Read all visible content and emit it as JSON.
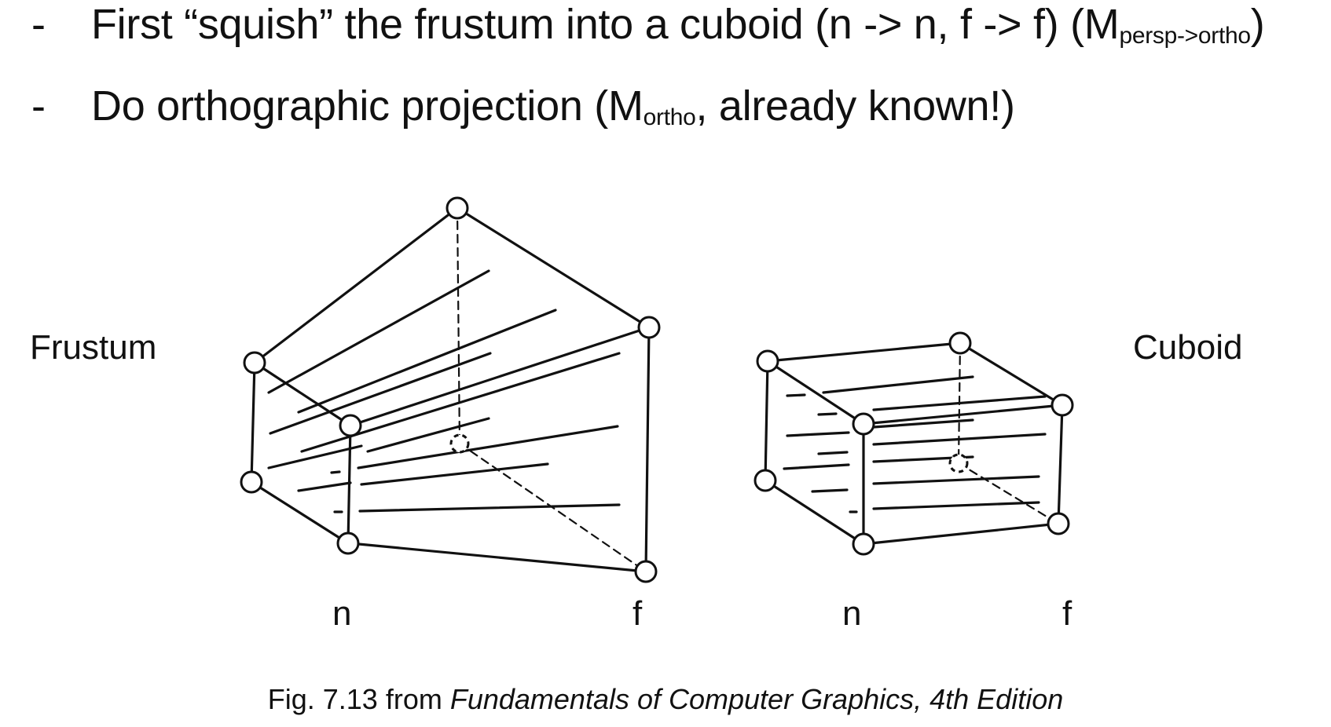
{
  "bullets": {
    "b1": {
      "dash": "-",
      "text_before": "First “squish” the frustum into a cuboid (n -> n, f -> f) (M",
      "subscript": "persp->ortho",
      "text_after": ")"
    },
    "b2": {
      "dash": "-",
      "text_before": "Do orthographic projection (M",
      "subscript": "ortho",
      "text_after": ", already known!)"
    }
  },
  "figure": {
    "left_label": "Frustum",
    "right_label": "Cuboid",
    "frustum_near_label": "n",
    "frustum_far_label": "f",
    "cuboid_near_label": "n",
    "cuboid_far_label": "f"
  },
  "caption": {
    "prefix": "Fig. 7.13 from ",
    "title": "Fundamentals of Computer Graphics, 4th Edition"
  }
}
